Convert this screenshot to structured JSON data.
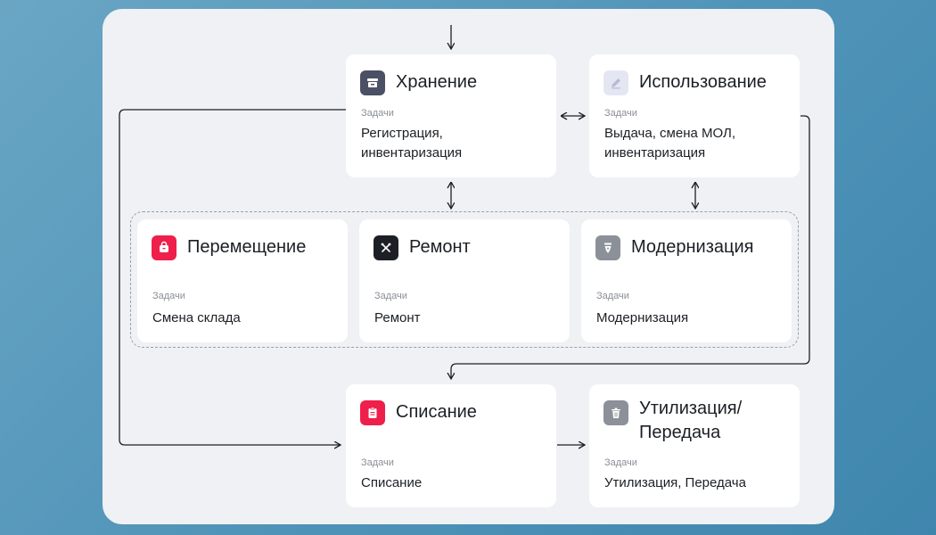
{
  "colors": {
    "background": "#4f93b8",
    "panel": "#eff1f4",
    "icon_dark_slate": "#4b5064",
    "icon_light": "#e4e7f3",
    "icon_red": "#ef1f4b",
    "icon_black": "#1c1f26",
    "icon_gray": "#8c9098"
  },
  "tasks_label": "Задачи",
  "cards": {
    "storage": {
      "title": "Хранение",
      "icon": "box-icon",
      "tasks": [
        "Регистрация,",
        "инвентаризация"
      ]
    },
    "usage": {
      "title": "Использование",
      "icon": "pencil-icon",
      "tasks": [
        "Выдача, смена МОЛ,",
        "инвентаризация"
      ]
    },
    "transfer": {
      "title": "Перемещение",
      "icon": "bag-icon",
      "tasks": [
        "Смена склада"
      ]
    },
    "repair": {
      "title": "Ремонт",
      "icon": "tools-icon",
      "tasks": [
        "Ремонт"
      ]
    },
    "upgrade": {
      "title": "Модернизация",
      "icon": "pen-nib-icon",
      "tasks": [
        "Модернизация"
      ]
    },
    "writeoff": {
      "title": "Списание",
      "icon": "clipboard-icon",
      "tasks": [
        "Списание"
      ]
    },
    "disposal": {
      "title_lines": [
        "Утилизация/",
        "Передача"
      ],
      "icon": "trash-icon",
      "tasks": [
        "Утилизация, Передача"
      ]
    }
  }
}
